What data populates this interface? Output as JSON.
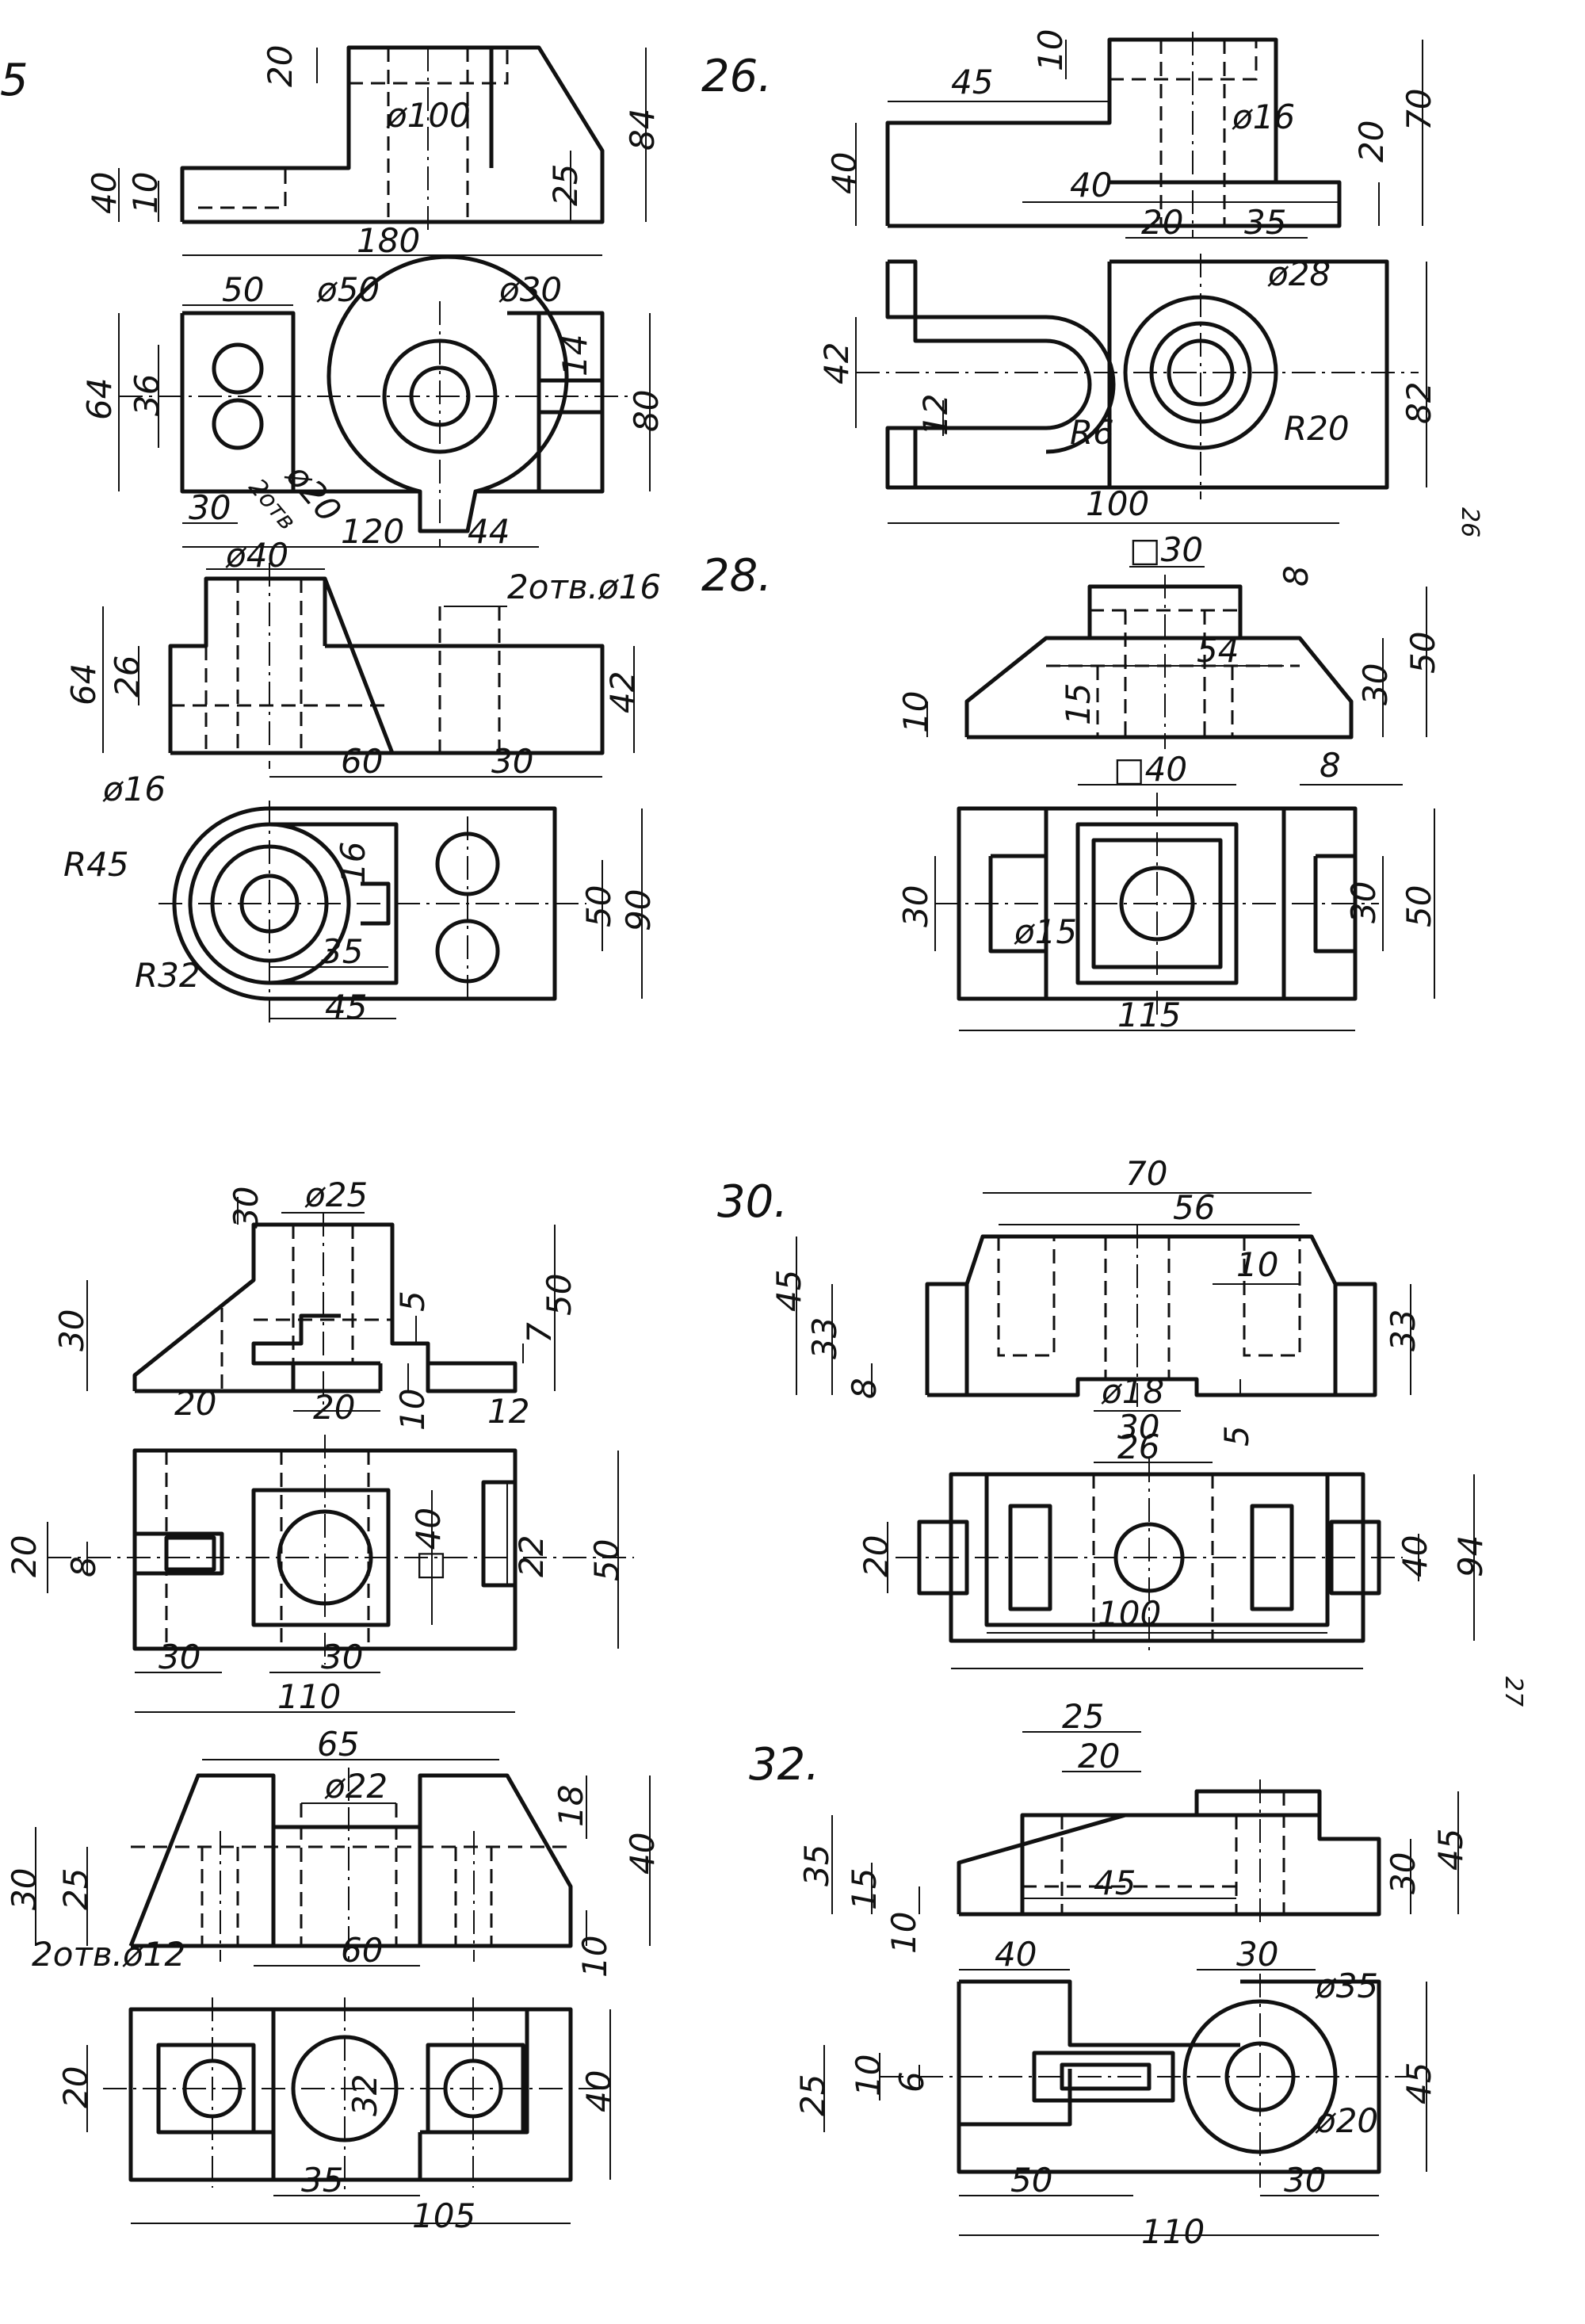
{
  "page_numbers": [
    "26",
    "27"
  ],
  "problems": [
    {
      "number": "",
      "label_fragment": "5",
      "dims": [
        "20",
        "ø100",
        "84",
        "40",
        "10",
        "25",
        "180",
        "50",
        "ø50",
        "ø30",
        "64",
        "36",
        "14",
        "80",
        "30",
        "2отв",
        "ø20",
        "120",
        "44"
      ]
    },
    {
      "number": "26.",
      "dims": [
        "10",
        "45",
        "ø16",
        "70",
        "40",
        "20",
        "40",
        "20",
        "35",
        "ø28",
        "42",
        "12",
        "R6",
        "R20",
        "82",
        "100"
      ]
    },
    {
      "number": "",
      "dims": [
        "ø40",
        "2отв.ø16",
        "64",
        "26",
        "42",
        "60",
        "30",
        "ø16",
        "R45",
        "16",
        "50",
        "90",
        "35",
        "R32",
        "45"
      ]
    },
    {
      "number": "28.",
      "dims": [
        "□30",
        "8",
        "54",
        "30",
        "50",
        "10",
        "15",
        "□40",
        "8",
        "30",
        "30",
        "50",
        "ø15",
        "115"
      ]
    },
    {
      "number": "",
      "dims": [
        "30",
        "ø25",
        "30",
        "5",
        "50",
        "7",
        "20",
        "20",
        "10",
        "12",
        "20",
        "8",
        "□40",
        "22",
        "50",
        "30",
        "30",
        "110"
      ]
    },
    {
      "number": "30.",
      "dims": [
        "70",
        "56",
        "45",
        "10",
        "33",
        "33",
        "8",
        "ø18",
        "30",
        "5",
        "26",
        "20",
        "40",
        "94",
        "100"
      ]
    },
    {
      "number": "",
      "dims": [
        "65",
        "ø22",
        "18",
        "30",
        "25",
        "40",
        "2отв.ø12",
        "60",
        "10",
        "20",
        "32",
        "40",
        "35",
        "105"
      ]
    },
    {
      "number": "32.",
      "dims": [
        "25",
        "20",
        "35",
        "15",
        "45",
        "30",
        "45",
        "10",
        "40",
        "30",
        "ø35",
        "25",
        "10",
        "6",
        "45",
        "ø20",
        "50",
        "110",
        "30"
      ]
    }
  ]
}
